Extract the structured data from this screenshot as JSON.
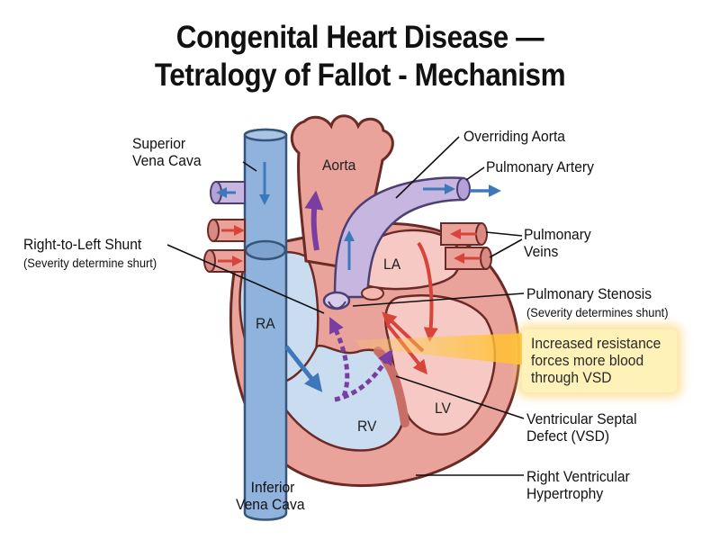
{
  "title": {
    "line1": "Congenital Heart Disease —",
    "line2": "Tetralogy of Fallot - Mechanism"
  },
  "labels": {
    "superior_vena_cava": [
      "Superior",
      "Vena Cava"
    ],
    "aorta": "Aorta",
    "overriding_aorta": "Overriding Aorta",
    "pulmonary_artery": "Pulmonary Artery",
    "right_to_left_shunt": "Right-to-Left Shunt",
    "right_to_left_shunt_note": "(Severity determine shurt)",
    "pulmonary_veins": [
      "Pulmonary",
      "Veins"
    ],
    "la": "LA",
    "ra": "RA",
    "rv": "RV",
    "lv": "LV",
    "pulmonary_stenosis": "Pulmonary Stenosis",
    "pulmonary_stenosis_note": "(Severity determines shunt)",
    "vsd": [
      "Ventricular Septal",
      "Defect (VSD)"
    ],
    "rvh": [
      "Right Ventricular",
      "Hypertrophy"
    ],
    "inferior_vena_cava": [
      "Inferior",
      "Vena Cava"
    ]
  },
  "callout": [
    "Increased resistance",
    "forces more blood",
    "through VSD"
  ],
  "colors": {
    "heart_muscle": "#e9a39b",
    "heart_outline": "#6b2a25",
    "deoxygenated": "#8fb3dc",
    "oxygenated_arrow": "#d9443a",
    "pulmonary_purple": "#c6b6e0",
    "shunt_arrow": "#7a3ea0",
    "flow_arrow_blue": "#3d78b8",
    "callout_bg": "#fff2b8"
  }
}
